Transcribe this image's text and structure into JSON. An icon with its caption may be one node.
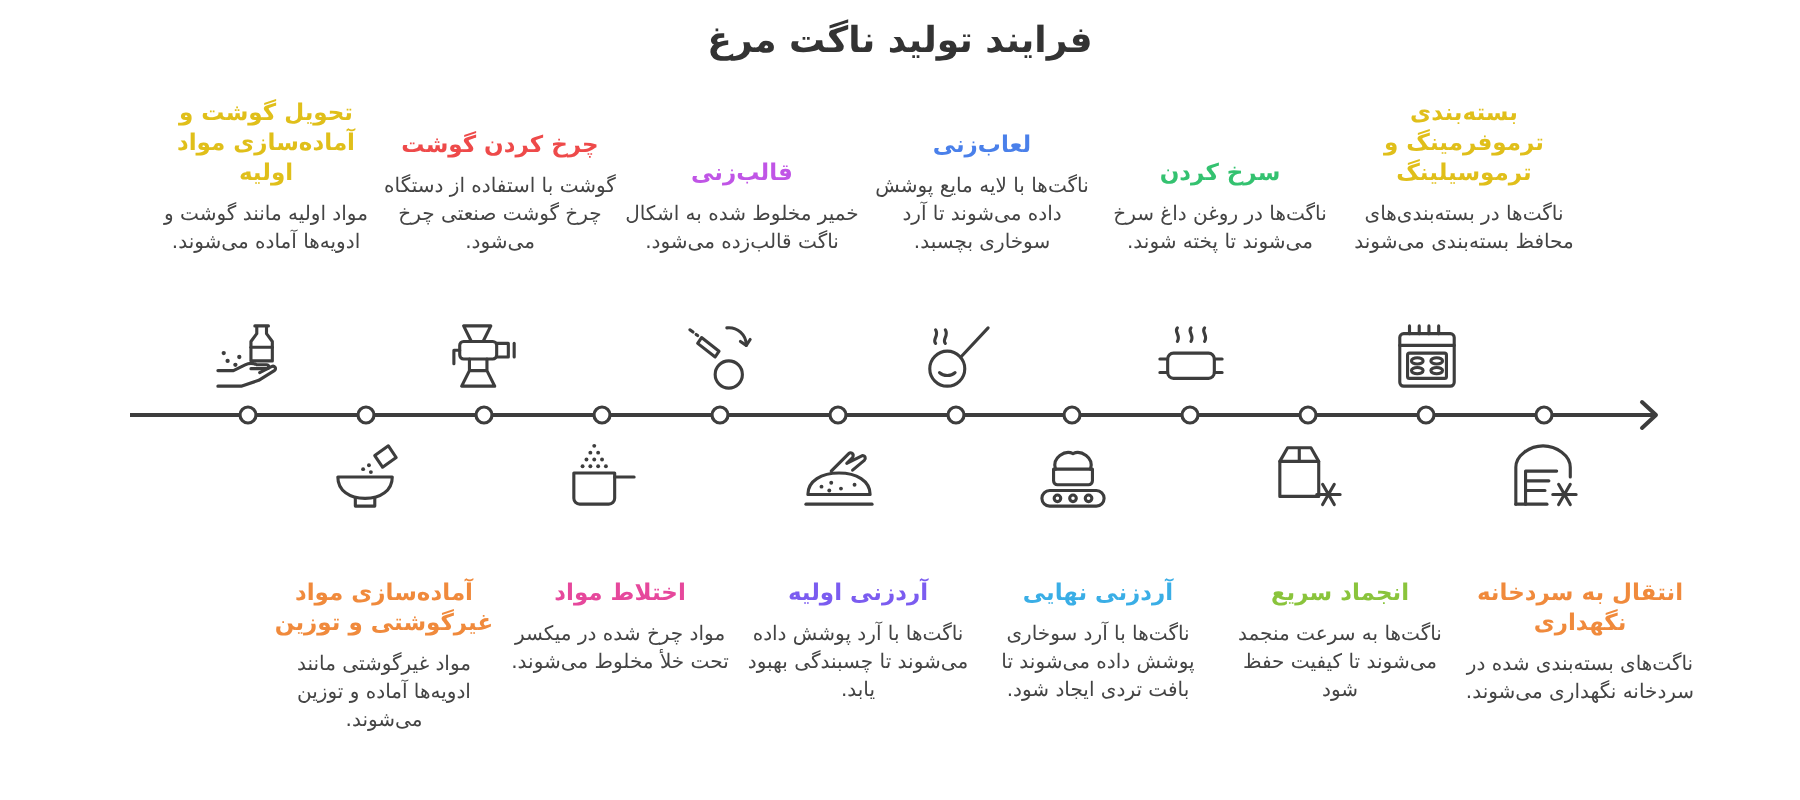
{
  "diagram": {
    "title": "فرایند تولید ناگت مرغ",
    "nodes": [
      {
        "text": [
          "تحویل گوشت و آماده‌سازی مواد اولیه",
          "مواد اولیه مانند گوشت و ادویه‌ها آماده می‌شوند."
        ]
      },
      {
        "text": [
          "آماده‌سازی مواد غیرگوشتی و توزین",
          "مواد غیرگوشتی مانند ادویه‌ها آماده و توزین می‌شوند."
        ]
      },
      {
        "text": [
          "چرخ کردن گوشت",
          "گوشت با استفاده از دستگاه چرخ گوشت صنعتی چرخ می‌شود."
        ]
      },
      {
        "text": [
          "اختلاط مواد",
          "مواد چرخ شده در میکسر تحت خلأ مخلوط می‌شوند."
        ]
      },
      {
        "text": [
          "قالب‌زنی",
          "خمیر مخلوط شده به اشکال ناگت قالب‌زده می‌شود."
        ]
      },
      {
        "text": [
          "آردزنی اولیه",
          "ناگت‌ها با آرد پوشش داده می‌شوند تا چسبندگی بهبود یابد."
        ]
      },
      {
        "text": [
          "لعاب‌زنی",
          "ناگت‌ها با لایه مایع پوشش داده می‌شوند تا آرد سوخاری بچسبد."
        ]
      },
      {
        "text": [
          "آردزنی نهایی",
          "ناگت‌ها با آرد سوخاری پوشش داده می‌شوند تا بافت تردی ایجاد شود."
        ]
      },
      {
        "text": [
          "سرخ کردن",
          "ناگت‌ها در روغن داغ سرخ می‌شوند تا پخته شوند."
        ]
      },
      {
        "text": [
          "انجماد سریع",
          "ناگت‌ها به سرعت منجمد می‌شوند تا کیفیت حفظ شود"
        ]
      },
      {
        "text": [
          "بسته‌بندی ترموفرمینگ و ترموسیلینگ",
          "ناگت‌ها در بسته‌بندی‌های محافظ بسته‌بندی می‌شوند"
        ]
      },
      {
        "text": [
          "انتقال به سردخانه نگهداری",
          "ناگت‌های بسته‌بندی شده در سردخانه نگهداری می‌شوند."
        ]
      }
    ]
  }
}
